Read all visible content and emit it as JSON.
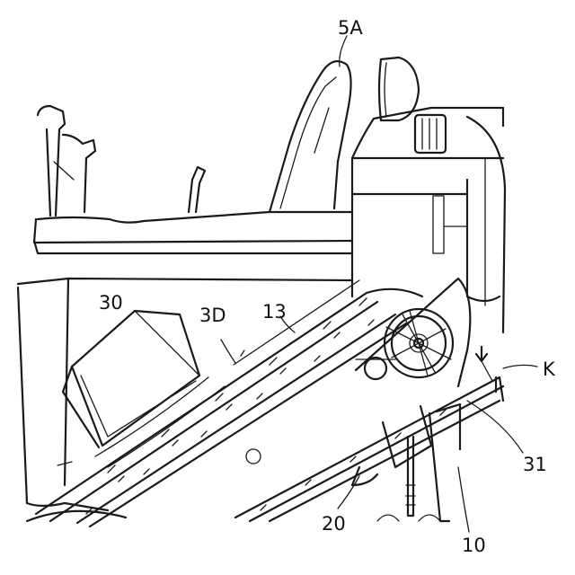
{
  "figure": {
    "labels": {
      "seat": "5A",
      "box": "30",
      "chain": "3D",
      "conveyor": "13",
      "gap": "K",
      "sprocket_ref": "31",
      "lower_ref": "20",
      "frame_ref": "10"
    }
  }
}
